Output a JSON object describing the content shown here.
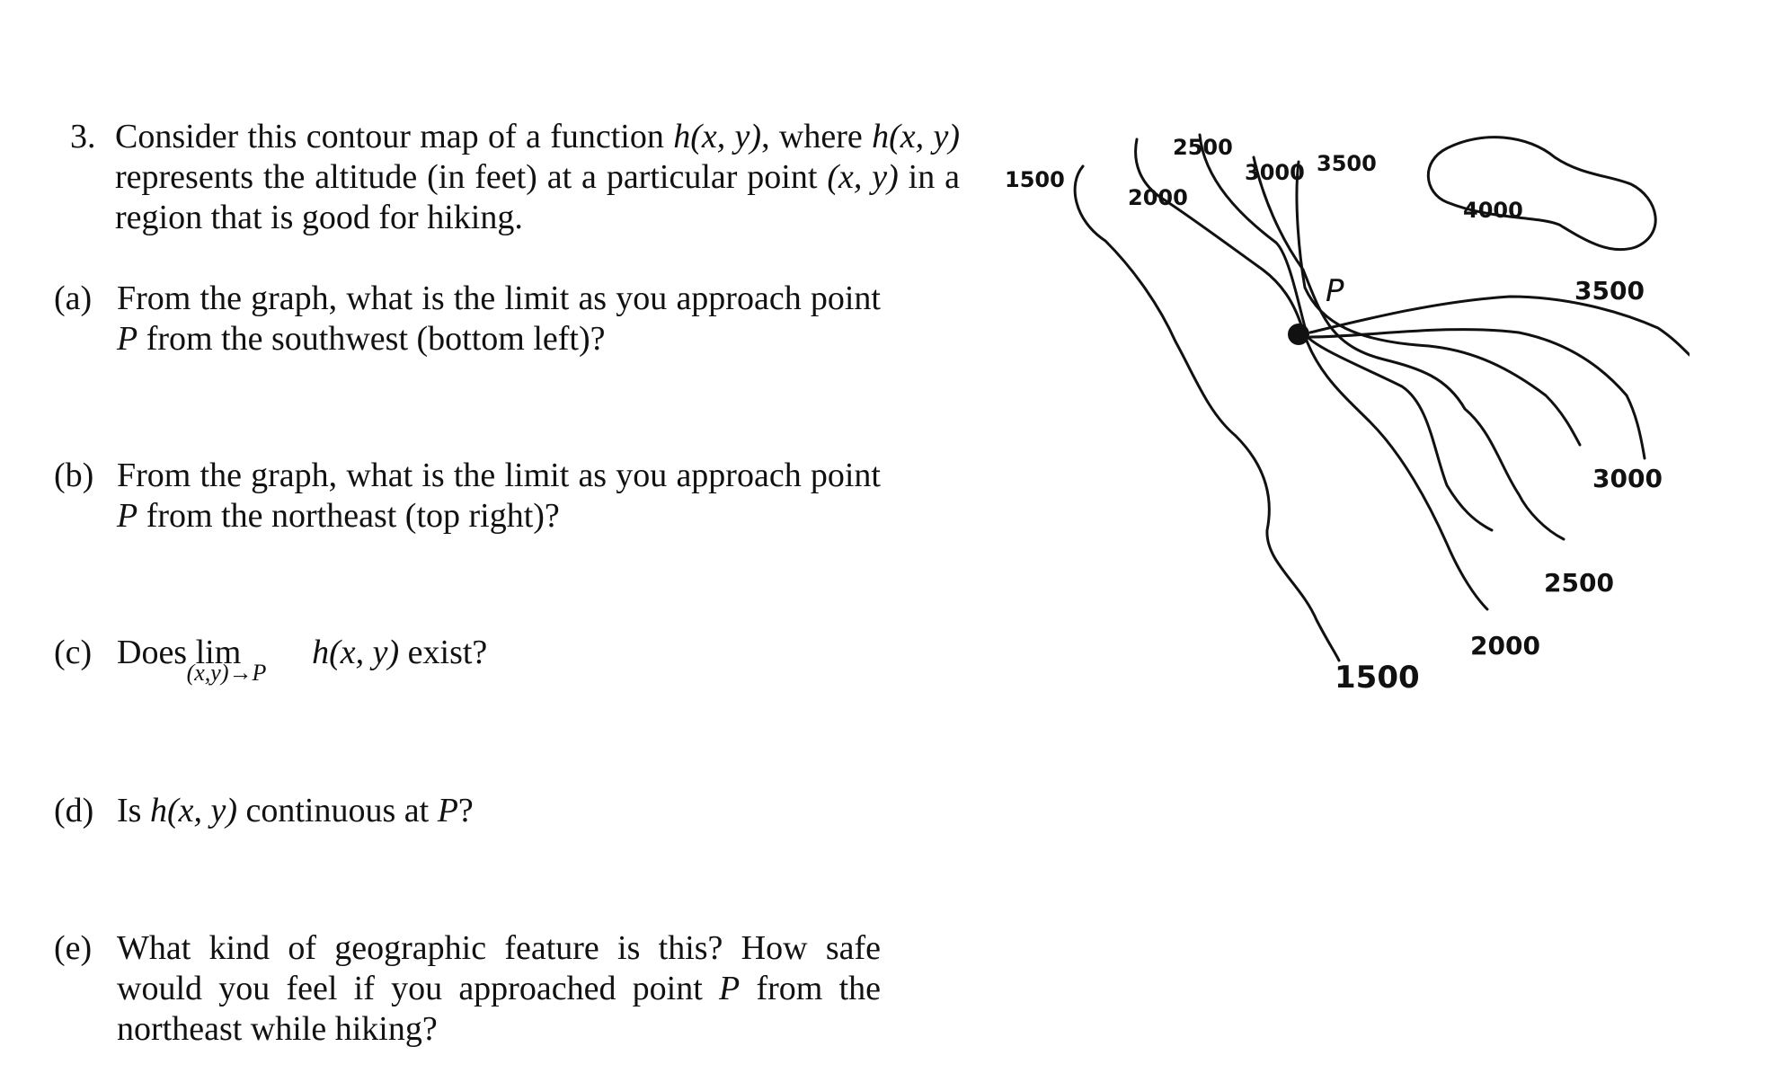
{
  "problem": {
    "number": "3.",
    "intro_1": "Consider this contour map of a function ",
    "func": "h(x, y)",
    "intro_2": ", where ",
    "intro_3": " represents the altitude (in feet) at a particular point ",
    "point": "(x, y)",
    "intro_4": " in a region that is good for hiking."
  },
  "parts": {
    "a": {
      "label": "(a)",
      "text_1": "From the graph, what is the limit as you approach point ",
      "P": "P",
      "text_2": " from the southwest (bottom left)?"
    },
    "b": {
      "label": "(b)",
      "text_1": "From the graph, what is the limit as you approach point ",
      "P": "P",
      "text_2": " from the northeast (top right)?"
    },
    "c": {
      "label": "(c)",
      "does": "Does",
      "lim": "lim",
      "lim_sub": "(x,y)→P",
      "func": "h(x, y)",
      "exist": " exist?"
    },
    "d": {
      "label": "(d)",
      "is": "Is ",
      "func": "h(x, y)",
      "text": " continuous at ",
      "P": "P",
      "q": "?"
    },
    "e": {
      "label": "(e)",
      "text_1": "What kind of geographic feature is this? How safe would you feel if you approached point ",
      "P": "P",
      "text_2": " from the northeast while hiking?"
    }
  },
  "map": {
    "point_label": "P",
    "contour_labels": {
      "c1500_top": "1500",
      "c2000_top": "2000",
      "c2500_top": "2500",
      "c3000_top": "3000",
      "c3500_top": "3500",
      "c4000": "4000",
      "c3500_right": "3500",
      "c3000_right": "3000",
      "c2500_right": "2500",
      "c2000_bottom": "2000",
      "c1500_bottom": "1500"
    }
  }
}
